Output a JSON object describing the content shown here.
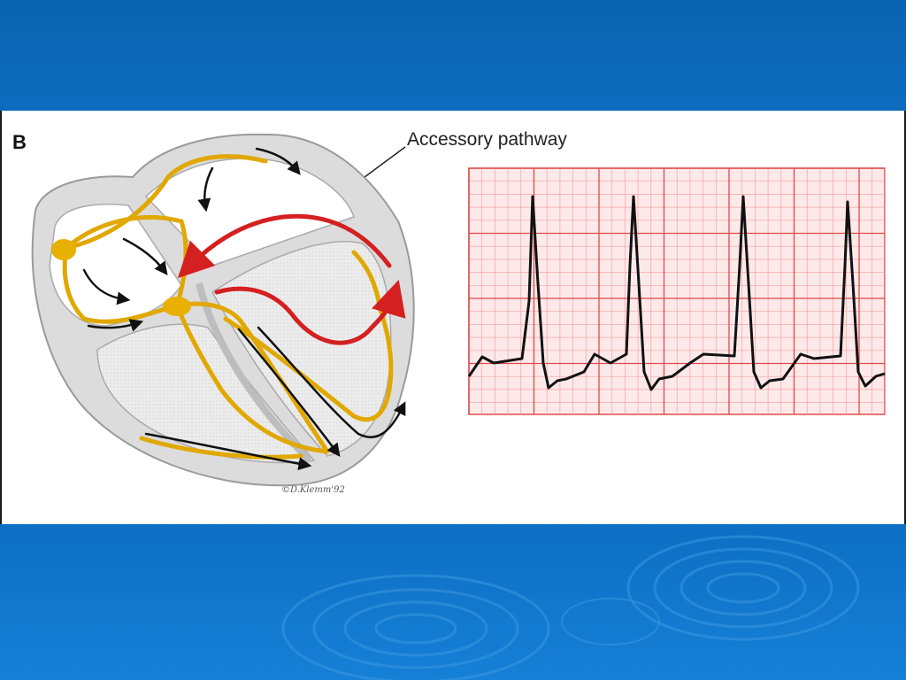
{
  "figure": {
    "panel_letter": "B",
    "callout_label": "Accessory pathway",
    "credit": "©D.Klemm'92"
  },
  "colors": {
    "band": "#0d6bbd",
    "conduction": "#e8b000",
    "accessory_arrow": "#d42020",
    "grid_minor": "#f4a3a3",
    "grid_major": "#e04a4a"
  },
  "icons": [
    "heart-diagram-icon",
    "ecg-strip-icon",
    "ripple-decoration-icon"
  ]
}
